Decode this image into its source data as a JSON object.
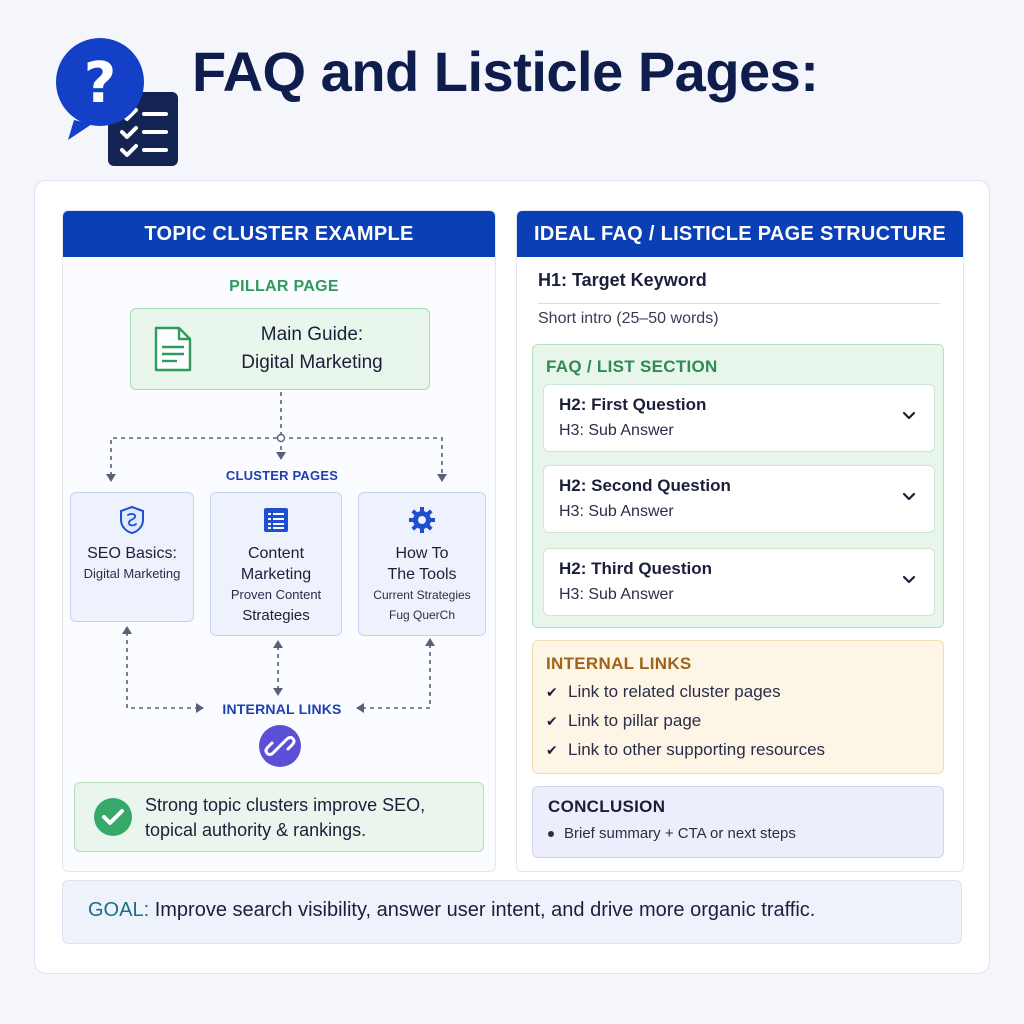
{
  "header": {
    "title": "FAQ and Listicle Pages:",
    "icon": "faq-checklist-icon"
  },
  "left_panel": {
    "title": "TOPIC CLUSTER EXAMPLE",
    "pillar_label": "PILLAR PAGE",
    "pillar_page": {
      "line1": "Main Guide:",
      "line2": "Digital Marketing",
      "icon": "document-icon"
    },
    "cluster_label": "CLUSTER PAGES",
    "clusters": [
      {
        "icon": "seo-badge-icon",
        "line1": "SEO Basics:",
        "line2": "Digital Marketing"
      },
      {
        "icon": "list-document-icon",
        "line1": "Content",
        "line2": "Marketing",
        "line3": "Proven Content",
        "line4": "Strategies"
      },
      {
        "icon": "gear-icon",
        "line1": "How To",
        "line2": "The Tools",
        "line3": "Current Strategies",
        "line4": "Fug QuerCh"
      }
    ],
    "internal_links_label": "INTERNAL LINKS",
    "callout": {
      "line1": "Strong topic clusters improve SEO,",
      "line2": "topical authority & rankings."
    }
  },
  "right_panel": {
    "title": "IDEAL FAQ / LISTICLE PAGE STRUCTURE",
    "h1": "H1: Target Keyword",
    "intro": "Short intro (25–50 words)",
    "faq_section": {
      "label": "FAQ / LIST SECTION",
      "items": [
        {
          "question": "H2: First Question",
          "answer": "H3: Sub Answer"
        },
        {
          "question": "H2: Second Question",
          "answer": "H3: Sub Answer"
        },
        {
          "question": "H2: Third Question",
          "answer": "H3: Sub Answer"
        }
      ]
    },
    "internal_links": {
      "label": "INTERNAL LINKS",
      "items": [
        "Link to related cluster pages",
        "Link to pillar page",
        "Link to other supporting resources"
      ]
    },
    "conclusion": {
      "label": "CONCLUSION",
      "item": "Brief summary + CTA or next steps"
    }
  },
  "goal": {
    "key": "GOAL:",
    "text": "Improve search visibility, answer user intent, and drive more organic traffic."
  },
  "colors": {
    "header_blue": "#0b3fb5",
    "title_navy": "#0f1d4d",
    "green": "#2f9a5e",
    "cluster_blue": "#1d3fb3",
    "link_orange": "#a2621a"
  }
}
